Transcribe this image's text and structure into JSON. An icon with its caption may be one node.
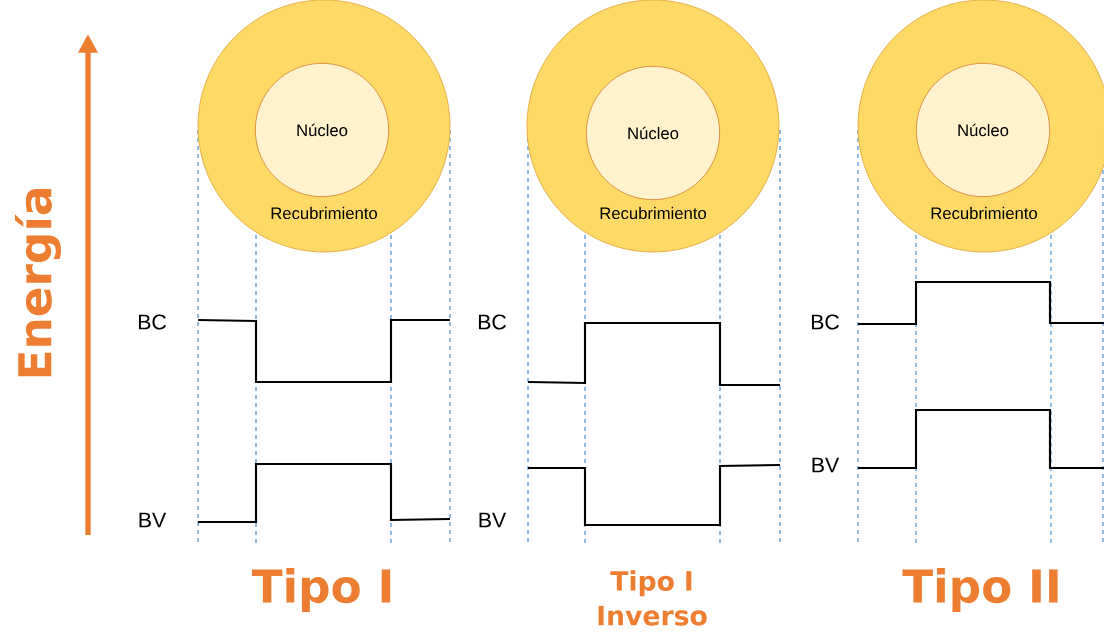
{
  "diagram": {
    "nodes": [
      {
        "text": [
          "Recubrimiento"
        ]
      },
      {
        "text": [
          "Núcleo"
        ],
        "in": 0
      },
      {
        "text": [
          "Recubrimiento"
        ]
      },
      {
        "text": [
          "Núcleo"
        ],
        "in": 2
      },
      {
        "text": [
          "Recubrimiento"
        ]
      },
      {
        "text": [
          "Núcleo"
        ],
        "in": 4
      }
    ],
    "labels": [
      "Energía",
      "BC",
      "BV",
      "BC",
      "BV",
      "BC",
      "BV",
      "Tipo I",
      "Tipo I Inverso",
      "Tipo II"
    ]
  }
}
